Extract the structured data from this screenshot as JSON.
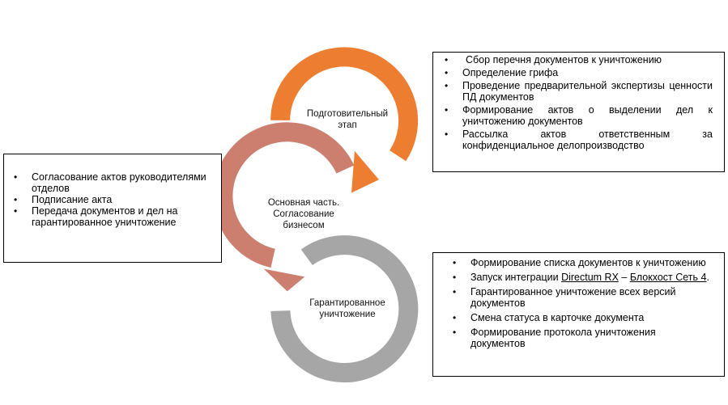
{
  "colors": {
    "stage1": "#ED7D31",
    "stage2": "#CD7F6F",
    "stage3": "#A6A6A6"
  },
  "stages": [
    {
      "line1": "Подготовительный",
      "line2": "этап"
    },
    {
      "line1": "Основная часть.",
      "line2": "Согласование",
      "line3": "бизнесом"
    },
    {
      "line1": "Гарантированное",
      "line2": "уничтожение"
    }
  ],
  "prep_box": {
    "items": [
      "Сбор перечня документов к уничтожению",
      "Определение грифа",
      "Проведение предварительной экспертизы ценности ПД документов",
      "Формирование актов о выделении дел к уничтожению документов",
      "Рассылка актов ответственным за конфиденциальное делопроизводство"
    ]
  },
  "main_box": {
    "items": [
      "Согласование актов руководителями отделов",
      "Подписание акта",
      "Передача документов и дел  на гарантированное уничтожение"
    ]
  },
  "destroy_box": {
    "item1": "Формирование списка документов к уничтожению",
    "item2_prefix": "Запуск интеграции ",
    "item2_link1": "Directum RX",
    "item2_sep": " – ",
    "item2_link2": "Блокхост Сеть 4",
    "item2_suffix": ".",
    "item3": "Гарантированное уничтожение всех версий документов",
    "item4": "Смена статуса в карточке документа",
    "item5": "Формирование протокола уничтожения документов"
  }
}
